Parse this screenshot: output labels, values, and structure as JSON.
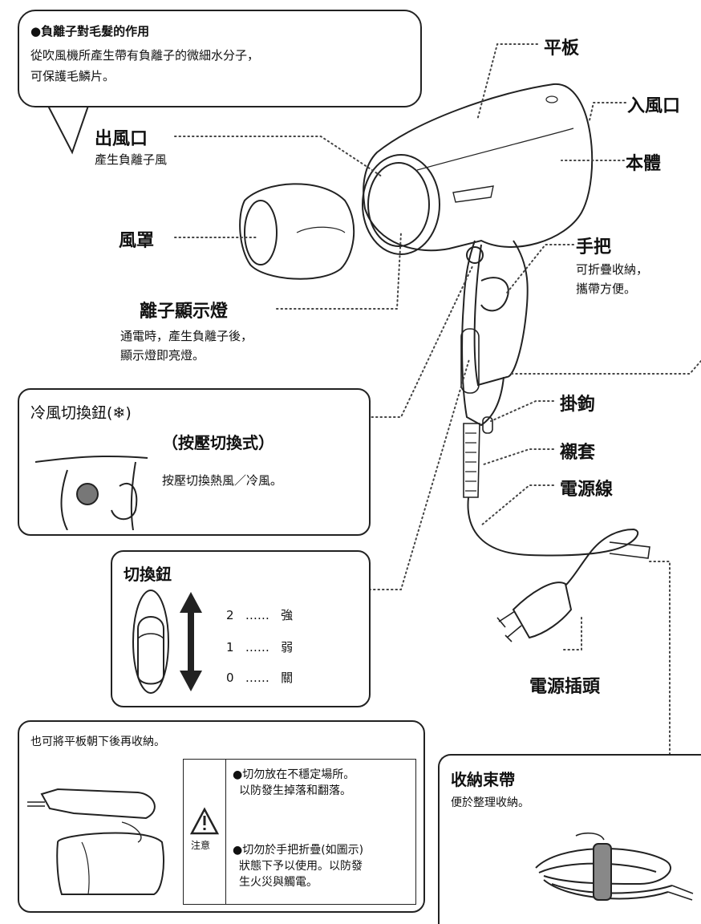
{
  "ion_callout": {
    "title": "●負離子對毛髮的作用",
    "lines": [
      "從吹風機所產生帶有負離子的微細水分子，",
      "可保護毛鱗片。"
    ]
  },
  "labels": {
    "outlet": "出風口",
    "outlet_desc": "產生負離子風",
    "hood": "風罩",
    "ion_lamp": "離子顯示燈",
    "ion_lamp_desc": [
      "通電時，產生負離子後，",
      "顯示燈即亮燈。"
    ],
    "panel": "平板",
    "intake": "入風口",
    "body": "本體",
    "handle": "手把",
    "handle_desc": [
      "可折疊收納，",
      "攜帶方便。"
    ],
    "hook": "掛鉤",
    "sleeve": "襯套",
    "cord": "電源線",
    "plug": "電源插頭"
  },
  "cool_switch": {
    "title": "冷風切換鈕(",
    "title_end": ")",
    "mode": "（按壓切換式）",
    "desc": "按壓切換熱風／冷風。"
  },
  "speed_switch": {
    "title": "切換鈕",
    "rows": [
      {
        "num": "2",
        "dots": "……",
        "label": "強"
      },
      {
        "num": "1",
        "dots": "……",
        "label": "弱"
      },
      {
        "num": "0",
        "dots": "……",
        "label": "關"
      }
    ]
  },
  "storage_tip": {
    "title": "也可將平板朝下後再收納。",
    "caution_label": "注意",
    "warning1": [
      "●切勿放在不穩定場所。",
      "以防發生掉落和翻落。"
    ],
    "warning2": [
      "●切勿於手把折疊(如圖示)",
      "狀態下予以使用。以防發",
      "生火災與觸電。"
    ]
  },
  "strap": {
    "title": "收納束帶",
    "desc": "便於整理收納。"
  }
}
